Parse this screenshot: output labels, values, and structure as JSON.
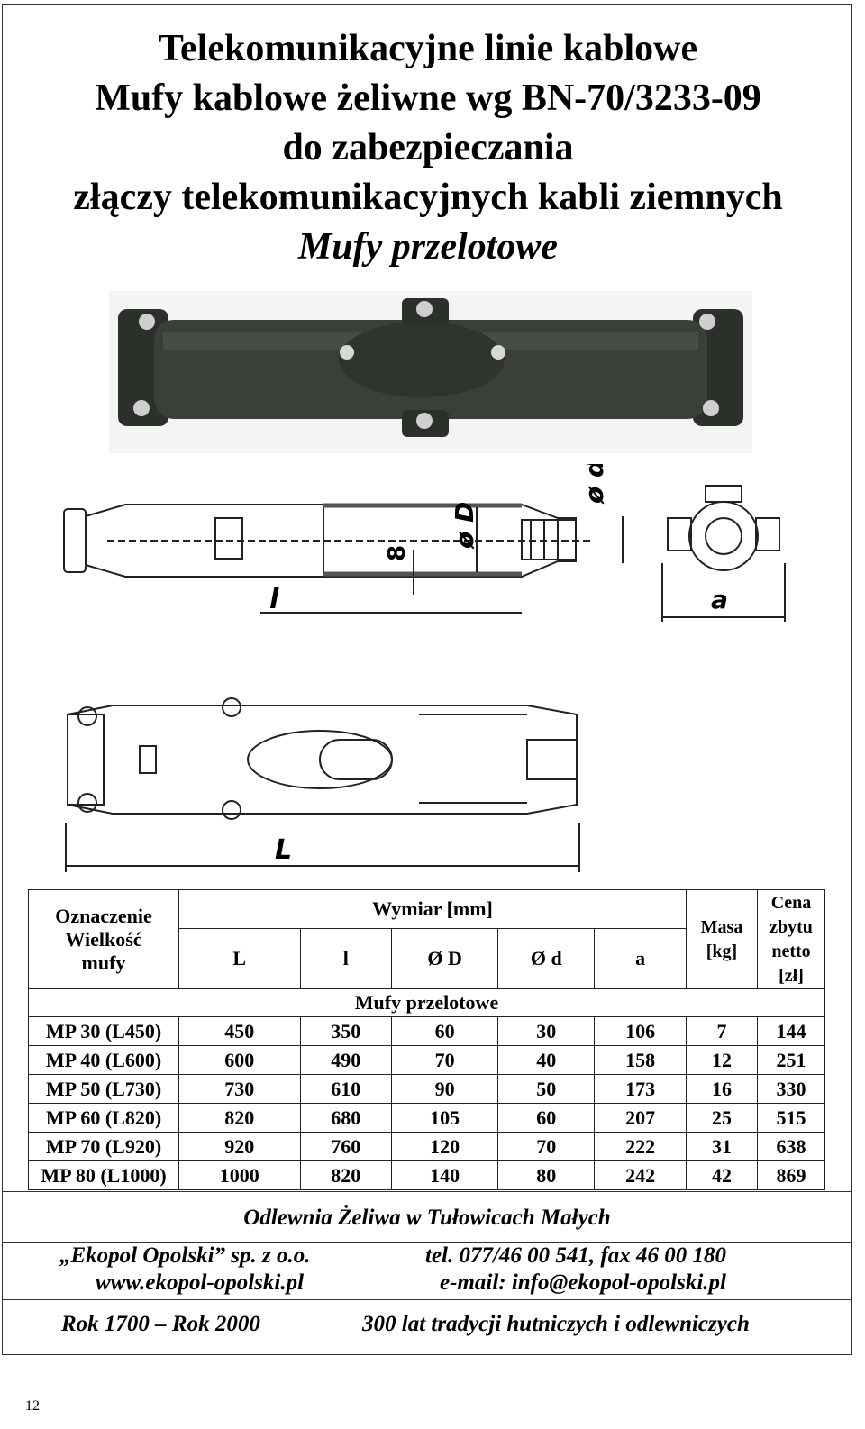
{
  "title": {
    "line1": "Telekomunikacyjne linie kablowe",
    "line2": "Mufy kablowe żeliwne wg BN-70/3233-09",
    "line3": "do zabezpieczania",
    "line4": "złączy telekomunikacyjnych kabli ziemnych",
    "subtitle": "Mufy przelotowe"
  },
  "drawing_labels": {
    "od_small": "ø d",
    "od_big": "ø D",
    "eight": "8",
    "l_small": "l",
    "a": "a",
    "L_big": "L"
  },
  "table": {
    "header": {
      "designation": [
        "Oznaczenie",
        "Wielkość",
        "mufy"
      ],
      "dimension_group": "Wymiar [mm]",
      "dimensions": [
        "L",
        "l",
        "Ø D",
        "Ø d",
        "a"
      ],
      "mass": [
        "Masa",
        "[kg]"
      ],
      "price": [
        "Cena",
        "zbytu",
        "netto",
        "[zł]"
      ]
    },
    "section_label": "Mufy przelotowe",
    "rows": [
      {
        "name": "MP 30 (L450)",
        "L": "450",
        "l": "350",
        "D": "60",
        "d": "30",
        "a": "106",
        "mass": "7",
        "price": "144"
      },
      {
        "name": "MP 40 (L600)",
        "L": "600",
        "l": "490",
        "D": "70",
        "d": "40",
        "a": "158",
        "mass": "12",
        "price": "251"
      },
      {
        "name": "MP 50 (L730)",
        "L": "730",
        "l": "610",
        "D": "90",
        "d": "50",
        "a": "173",
        "mass": "16",
        "price": "330"
      },
      {
        "name": "MP 60 (L820)",
        "L": "820",
        "l": "680",
        "D": "105",
        "d": "60",
        "a": "207",
        "mass": "25",
        "price": "515"
      },
      {
        "name": "MP 70 (L920)",
        "L": "920",
        "l": "760",
        "D": "120",
        "d": "70",
        "a": "222",
        "mass": "31",
        "price": "638"
      },
      {
        "name": "MP 80 (L1000)",
        "L": "1000",
        "l": "820",
        "D": "140",
        "d": "80",
        "a": "242",
        "mass": "42",
        "price": "869"
      }
    ]
  },
  "footer": {
    "foundry": "Odlewnia Żeliwa w Tułowicach Małych",
    "company": "„Ekopol Opolski” sp. z o.o.",
    "phone": "tel. 077/46 00 541,  fax 46 00 180",
    "www": "www.ekopol-opolski.pl",
    "email": "e-mail: info@ekopol-opolski.pl",
    "years": "Rok 1700 – Rok 2000",
    "tradition": "300 lat tradycji hutniczych i odlewniczych"
  },
  "page_number": "12"
}
